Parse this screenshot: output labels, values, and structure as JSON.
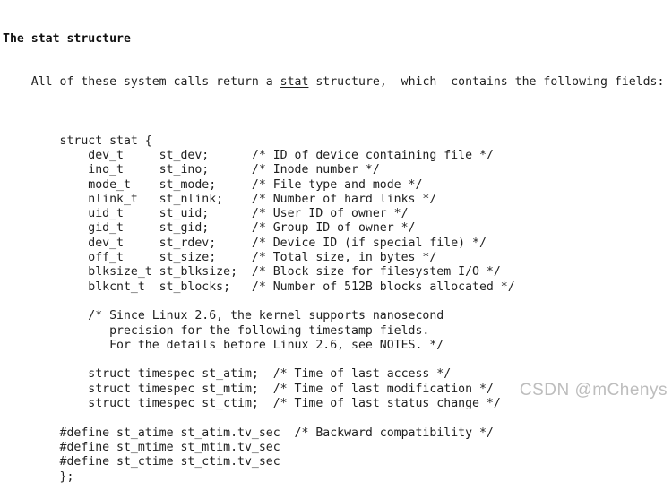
{
  "man_page": {
    "heading": "The stat structure",
    "intro": {
      "text_before": "    All of these system calls return a ",
      "emphasized": "stat",
      "text_after": " structure,  which  contains the following fields:"
    },
    "code_lines": [
      "",
      "        struct stat {",
      "            dev_t     st_dev;      /* ID of device containing file */",
      "            ino_t     st_ino;      /* Inode number */",
      "            mode_t    st_mode;     /* File type and mode */",
      "            nlink_t   st_nlink;    /* Number of hard links */",
      "            uid_t     st_uid;      /* User ID of owner */",
      "            gid_t     st_gid;      /* Group ID of owner */",
      "            dev_t     st_rdev;     /* Device ID (if special file) */",
      "            off_t     st_size;     /* Total size, in bytes */",
      "            blksize_t st_blksize;  /* Block size for filesystem I/O */",
      "            blkcnt_t  st_blocks;   /* Number of 512B blocks allocated */",
      "",
      "            /* Since Linux 2.6, the kernel supports nanosecond",
      "               precision for the following timestamp fields.",
      "               For the details before Linux 2.6, see NOTES. */",
      "",
      "            struct timespec st_atim;  /* Time of last access */",
      "            struct timespec st_mtim;  /* Time of last modification */",
      "            struct timespec st_ctim;  /* Time of last status change */",
      "",
      "        #define st_atime st_atim.tv_sec  /* Backward compatibility */",
      "        #define st_mtime st_mtim.tv_sec",
      "        #define st_ctime st_ctim.tv_sec",
      "        };"
    ],
    "watermark": "CSDN @mChenys",
    "colors": {
      "text": "#1f1f1f",
      "heading": "#101010",
      "watermark": "#bdbdbd",
      "background": "#ffffff"
    }
  }
}
